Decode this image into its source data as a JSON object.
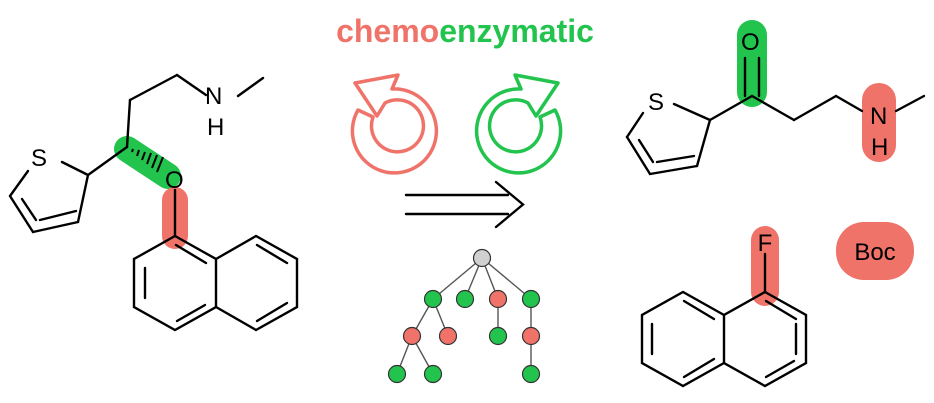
{
  "title": {
    "part1": "chemo",
    "part2": "enzymatic"
  },
  "colors": {
    "chemo": "#f0736a",
    "enzymatic": "#22c44e",
    "bond": "#000000",
    "root": "#d0d0d0"
  },
  "target": {
    "atoms": {
      "s": "S",
      "n": "N",
      "h": "H",
      "o": "O"
    }
  },
  "ketone": {
    "atoms": {
      "o": "O",
      "s": "S",
      "n": "N",
      "h": "H"
    }
  },
  "fluoro": {
    "atoms": {
      "f": "F"
    }
  },
  "boc_label": "Boc",
  "tree": {
    "levels": [
      [
        "root"
      ],
      [
        "green",
        "green",
        "red",
        "green"
      ],
      [
        "red",
        "red",
        "green",
        "red"
      ],
      [
        "green",
        "green",
        "green"
      ]
    ]
  }
}
